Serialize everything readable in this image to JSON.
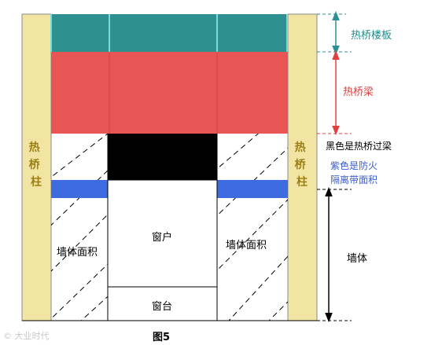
{
  "labels": {
    "column": "热桥柱",
    "column_right": "热桥柱",
    "slab": "热桥楼板",
    "beam": "热桥梁",
    "lintel_note": "黑色是热桥过梁",
    "firestrip_note_line1": "紫色是防火",
    "firestrip_note_line2": "隔离带面积",
    "wall_area_left": "墙体面积",
    "wall_area_right": "墙体面积",
    "window": "窗户",
    "sill": "窗台",
    "wall_dimension": "墙体",
    "figure_caption": "图5"
  },
  "watermark": "© 大业时代",
  "colors": {
    "column": "#f2e5a3",
    "column_text": "#9b7f14",
    "slab": "#2e9090",
    "slab_divider": "#7fd8d8",
    "beam": "#e85555",
    "lintel": "#000000",
    "firestrip": "#3d6be0",
    "slab_label": "#1f8c8c",
    "beam_label": "#e04040",
    "firestrip_label": "#3a5bd0",
    "lintel_label": "#000000"
  },
  "icons": {
    "slab_dimension": "double-arrow-icon",
    "beam_dimension": "double-arrow-icon",
    "wall_dimension": "double-arrow-icon"
  }
}
